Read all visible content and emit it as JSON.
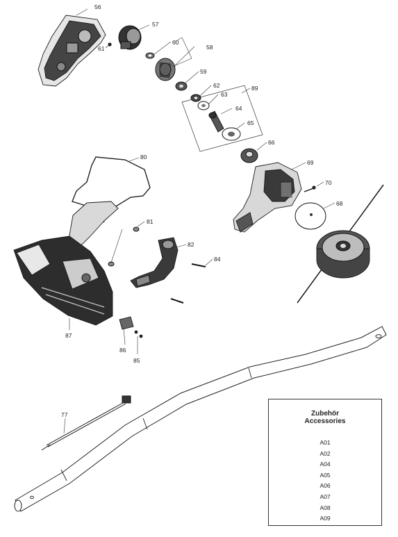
{
  "callouts": {
    "c56": "56",
    "c57": "57",
    "c61": "61",
    "c60": "60",
    "c58": "58",
    "c59": "59",
    "c89": "89",
    "c62": "62",
    "c63": "63",
    "c64": "64",
    "c65": "65",
    "c66": "66",
    "c80": "80",
    "c69": "69",
    "c70": "70",
    "c68": "68",
    "c81": "81",
    "c82": "82",
    "c84": "84",
    "c87": "87",
    "c86": "86",
    "c85": "85",
    "c77": "77"
  },
  "accessories": {
    "title_de": "Zubehör",
    "title_en": "Accessories",
    "items": [
      "A01",
      "A02",
      "A04",
      "A05",
      "A06",
      "A07",
      "A08",
      "A09"
    ]
  },
  "colors": {
    "line": "#1a1a1a",
    "dark_part": "#2b2b2b",
    "mid_part": "#7a7a7a",
    "light_part": "#d9d9d9"
  }
}
